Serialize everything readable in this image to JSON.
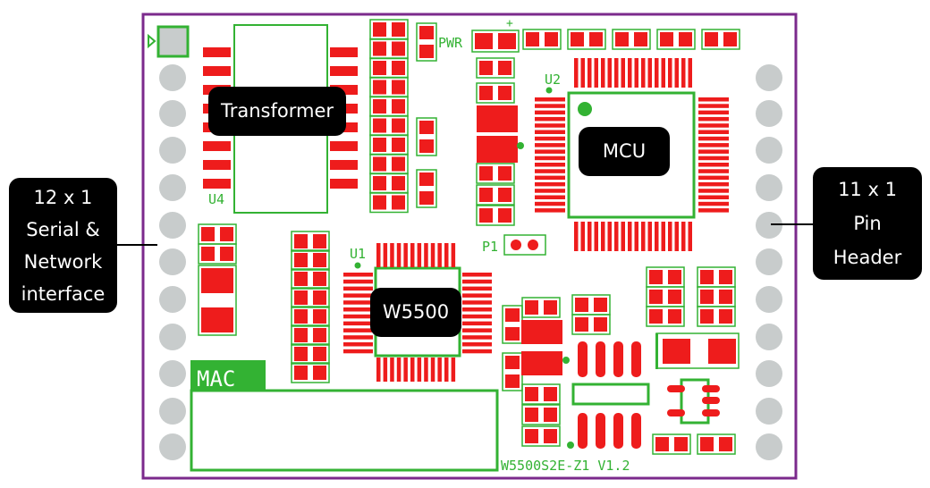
{
  "colors": {
    "board_outline": "#7b2a8c",
    "silkscreen": "#33b233",
    "pad": "#ee1c1c",
    "pin": "#c8cccc",
    "label_bg": "#000000",
    "label_text": "#ffffff"
  },
  "silkscreen": {
    "pwr": "PWR",
    "plus": "+",
    "u2": "U2",
    "u4": "U4",
    "u1": "U1",
    "p1": "P1",
    "mac": "MAC",
    "board_name": "W5500S2E-Z1  V1.2"
  },
  "callouts": {
    "transformer": "Transformer",
    "mcu": "MCU",
    "w5500": "W5500",
    "left_header": "12 x 1\nSerial &\nNetwork\ninterface",
    "right_header": "11 x 1\nPin\nHeader"
  }
}
